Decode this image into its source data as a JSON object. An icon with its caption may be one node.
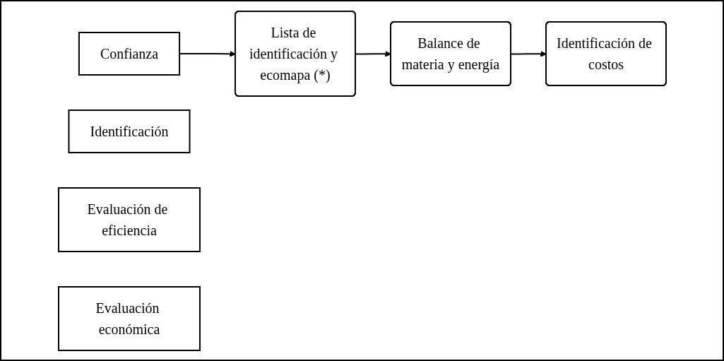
{
  "diagram": {
    "nodes": [
      {
        "text": [
          "Confianza"
        ]
      },
      {
        "text": [
          "Lista de identificación y ecomapa (*)"
        ]
      },
      {
        "text": [
          "Identificación"
        ]
      },
      {
        "text": [
          "Balance de materia y energía"
        ]
      },
      {
        "text": [
          "Evaluación de eficiencia"
        ]
      },
      {
        "text": [
          "Identificación de costos"
        ]
      },
      {
        "text": [
          "Evaluación económica"
        ]
      }
    ],
    "edges": [
      {
        "from": 0,
        "to": 1,
        "arrow": "to"
      },
      {
        "from": 1,
        "to": 3,
        "arrow": "to"
      },
      {
        "from": 3,
        "to": 5,
        "arrow": "to"
      }
    ]
  }
}
